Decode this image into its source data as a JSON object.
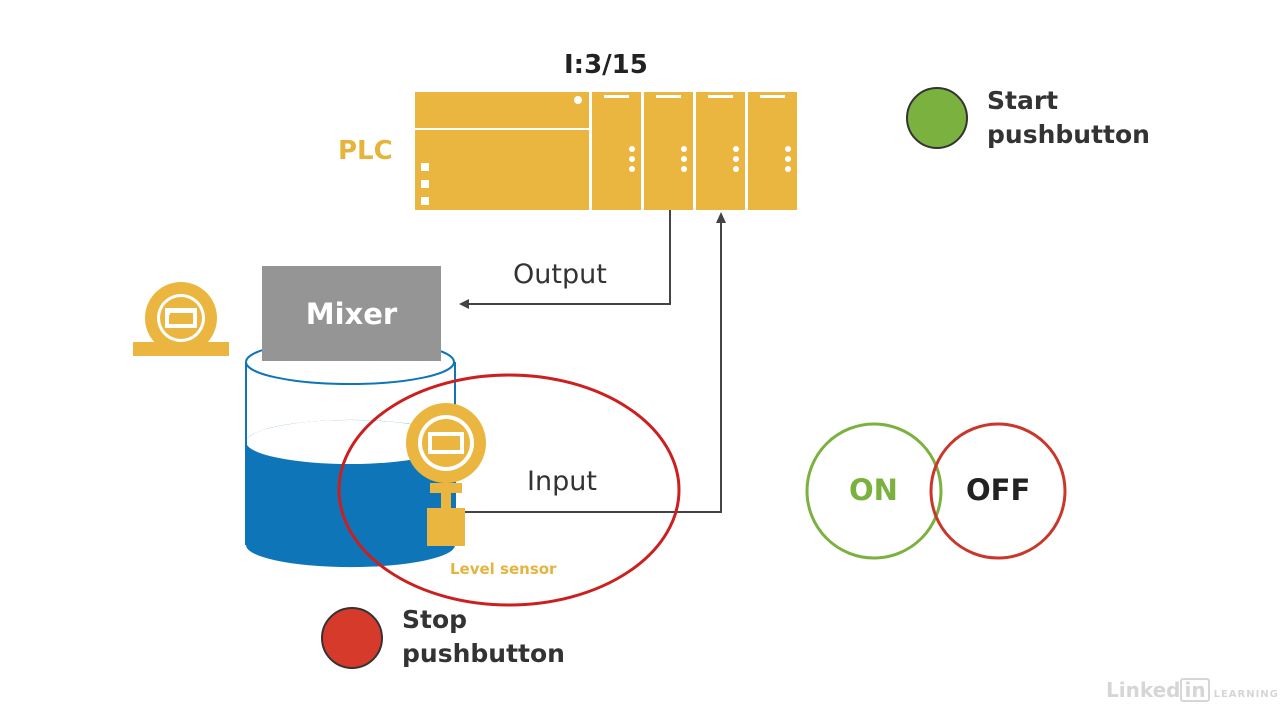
{
  "diagram": {
    "address_label": "I:3/15",
    "plc_label": "PLC",
    "start_button": {
      "line1": "Start",
      "line2": "pushbutton",
      "color": "#7bb13f"
    },
    "stop_button": {
      "line1": "Stop",
      "line2": "pushbutton",
      "color": "#d63a2b"
    },
    "output_label": "Output",
    "input_label": "Input",
    "mixer_label": "Mixer",
    "level_sensor_label": "Level sensor",
    "on_label": "ON",
    "off_label": "OFF"
  },
  "colors": {
    "plc_yellow": "#ebb63f",
    "tank_blue": "#0e76b8",
    "mixer_gray": "#959595",
    "highlight_red": "#cc1f1f",
    "on_green": "#7bb13f",
    "off_red": "#c9372c"
  },
  "branding": {
    "name_part1": "Linked",
    "name_part2": "in",
    "suffix": "LEARNING"
  }
}
